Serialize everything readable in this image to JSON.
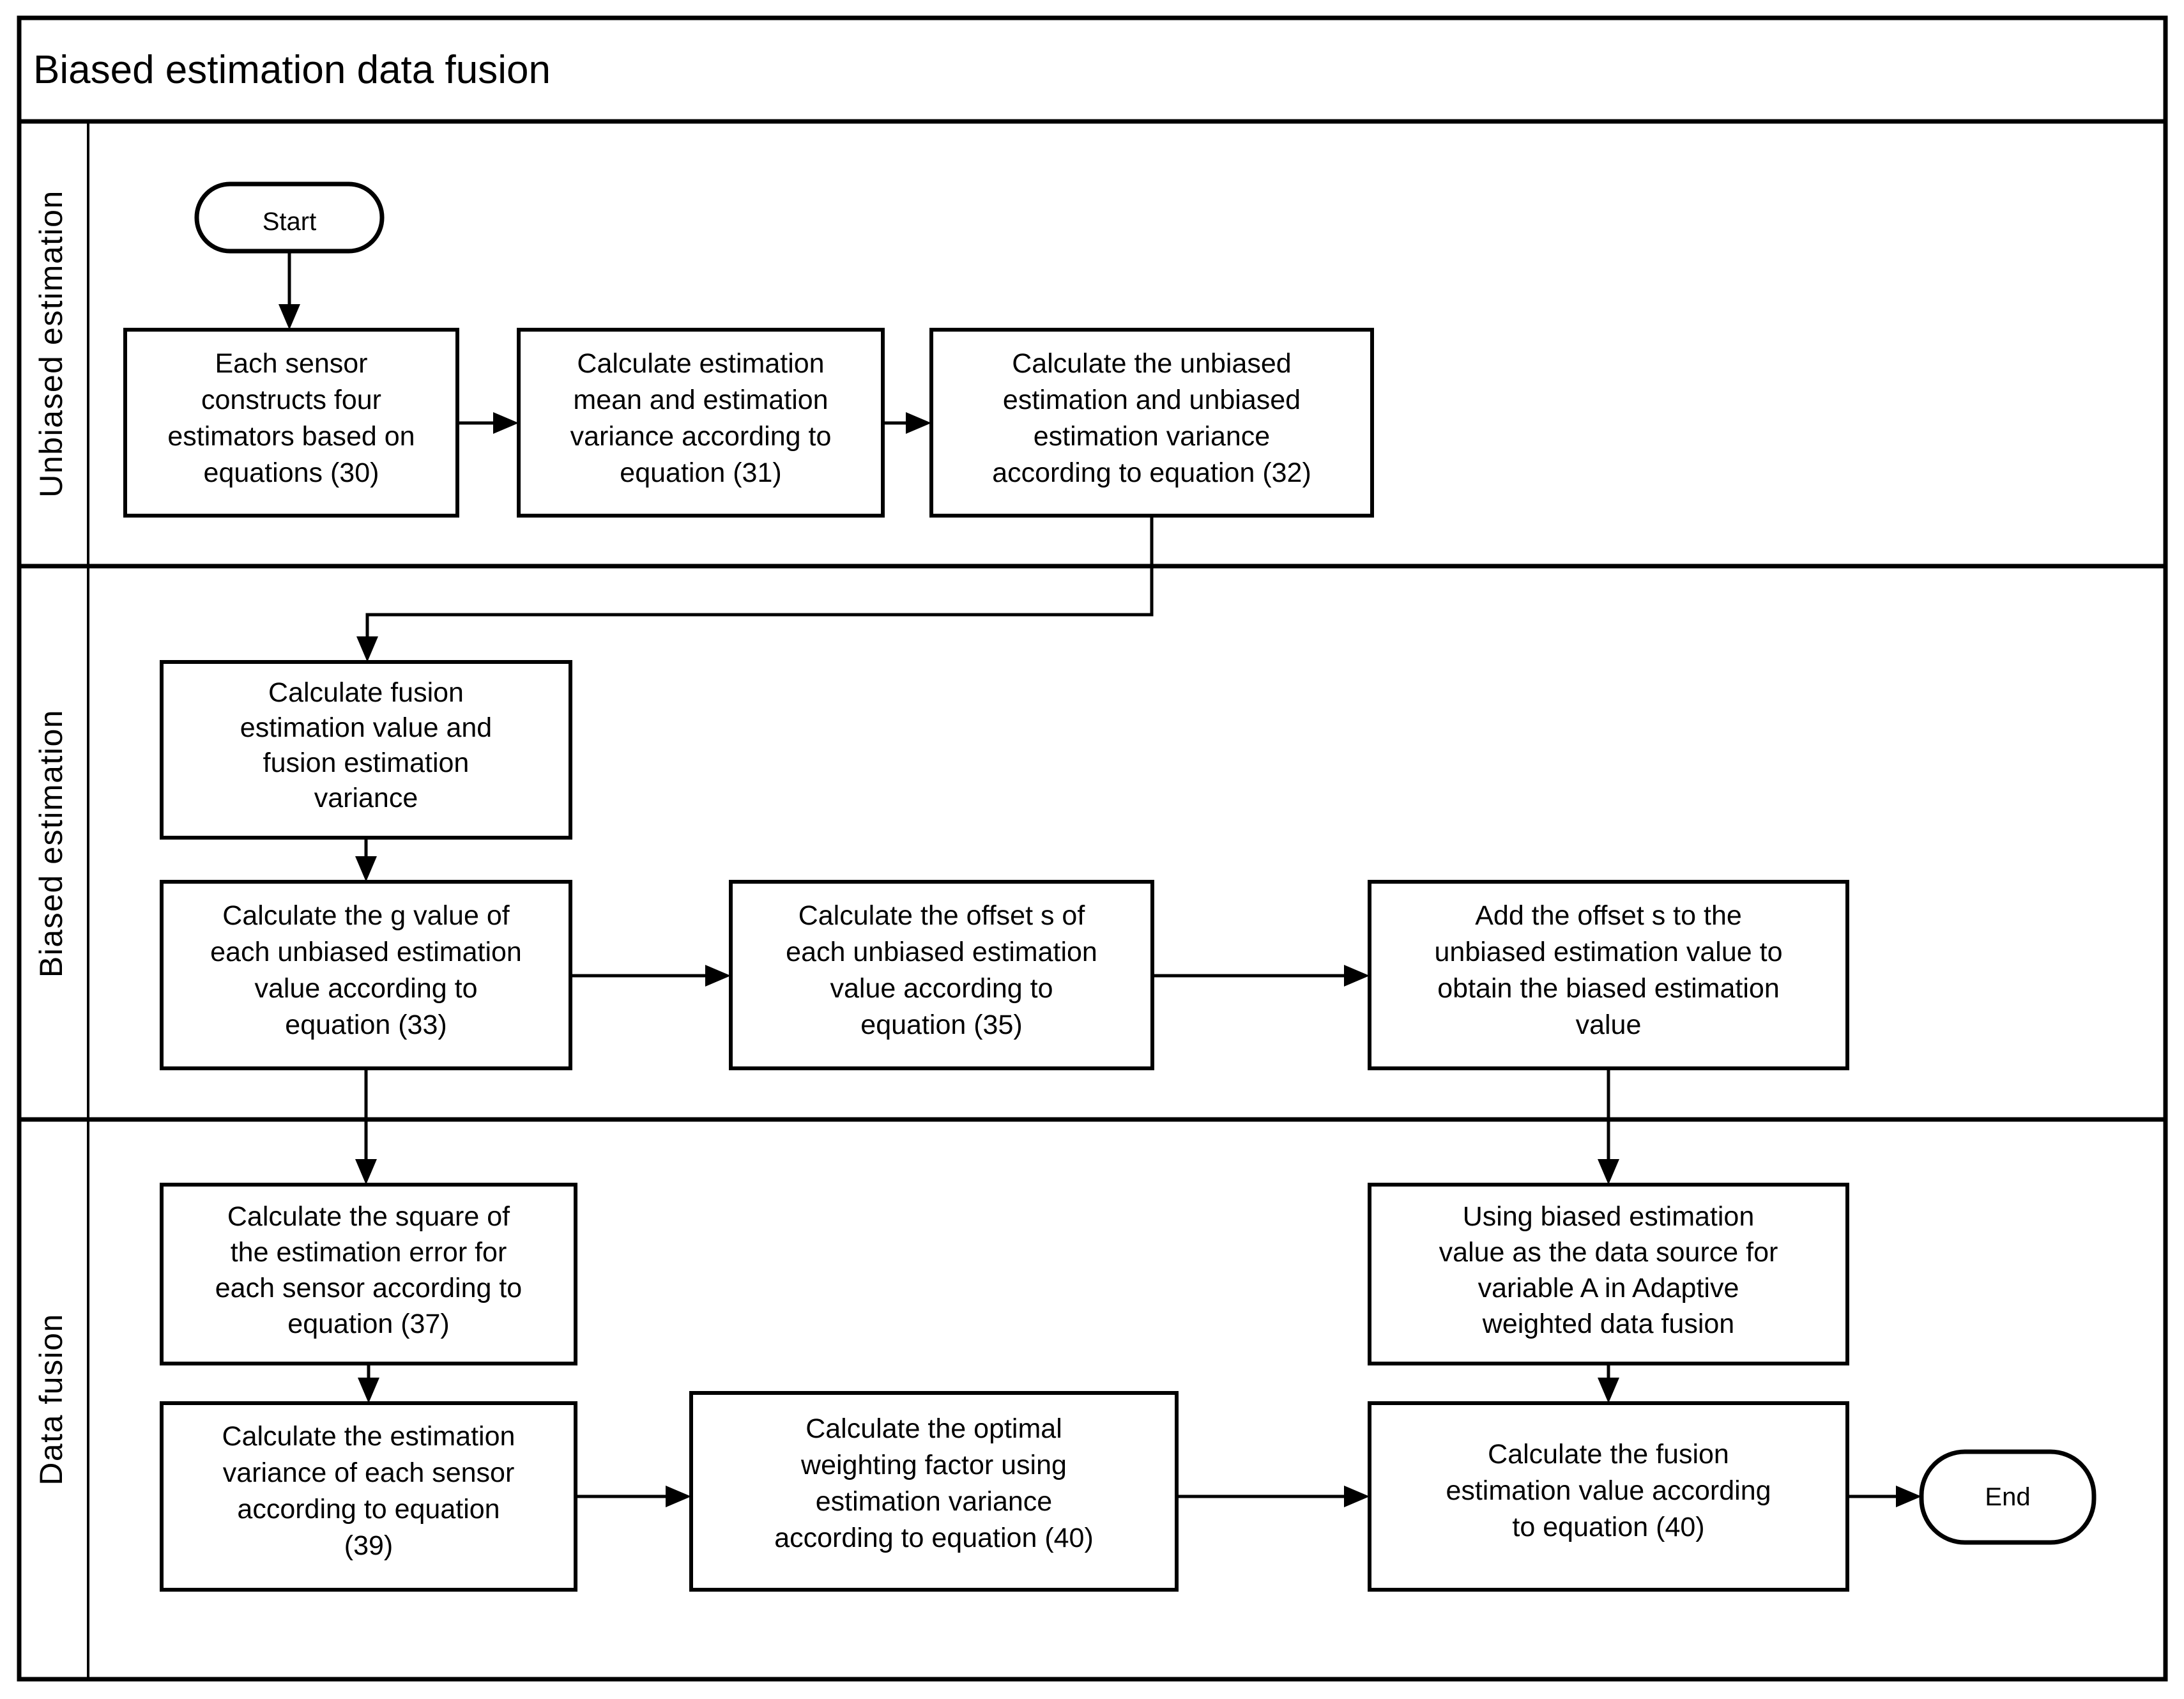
{
  "diagram": {
    "title": "Biased estimation data fusion",
    "type": "swimlane-flowchart",
    "lanes": [
      {
        "id": "lane-unbiased",
        "label": "Unbiased estimation"
      },
      {
        "id": "lane-biased",
        "label": "Biased estimation"
      },
      {
        "id": "lane-fusion",
        "label": "Data fusion"
      }
    ],
    "terminators": {
      "start": "Start",
      "end": "End"
    },
    "nodes": [
      {
        "id": "n30",
        "lane": "lane-unbiased",
        "shape": "process",
        "lines": [
          "Each sensor",
          "constructs four",
          "estimators based on",
          "equations (30)"
        ],
        "text": "Each sensor constructs four estimators based on equations (30)"
      },
      {
        "id": "n31",
        "lane": "lane-unbiased",
        "shape": "process",
        "lines": [
          "Calculate estimation",
          "mean  and estimation",
          "variance  according to",
          "equation (31)"
        ],
        "text": "Calculate estimation mean  and estimation variance  according to equation (31)"
      },
      {
        "id": "n32",
        "lane": "lane-unbiased",
        "shape": "process",
        "lines": [
          "Calculate the unbiased",
          "estimation and unbiased",
          "estimation variance",
          "according to equation (32)"
        ],
        "text": "Calculate the unbiased estimation and unbiased estimation variance according to equation (32)"
      },
      {
        "id": "nfusion",
        "lane": "lane-biased",
        "shape": "process",
        "lines": [
          "Calculate  fusion",
          "estimation value and",
          "fusion estimation",
          "variance"
        ],
        "text": "Calculate  fusion estimation value and fusion estimation variance"
      },
      {
        "id": "n33",
        "lane": "lane-biased",
        "shape": "process",
        "lines": [
          "Calculate the g value of",
          "each unbiased estimation",
          "value according to",
          "equation (33)"
        ],
        "text": "Calculate the g value of each unbiased estimation value according to equation (33)"
      },
      {
        "id": "n35",
        "lane": "lane-biased",
        "shape": "process",
        "lines": [
          "Calculate the offset s of",
          "each unbiased estimation",
          "value according to",
          "equation (35)"
        ],
        "text": "Calculate the offset s of each unbiased estimation value according to equation (35)"
      },
      {
        "id": "nadd",
        "lane": "lane-biased",
        "shape": "process",
        "lines": [
          "Add the offset s to the",
          "unbiased estimation value to",
          "obtain the biased estimation",
          "value"
        ],
        "text": "Add the offset s to the unbiased estimation value to obtain the biased estimation value"
      },
      {
        "id": "n37",
        "lane": "lane-fusion",
        "shape": "process",
        "lines": [
          "Calculate the square of",
          "the estimation error for",
          "each sensor according to",
          "equation (37)"
        ],
        "text": "Calculate the square of the estimation error for each sensor according to equation (37)"
      },
      {
        "id": "n39",
        "lane": "lane-fusion",
        "shape": "process",
        "lines": [
          "Calculate the estimation",
          "variance of each sensor",
          "according to equation",
          "(39)"
        ],
        "text": "Calculate the estimation variance of each sensor according to equation (39)"
      },
      {
        "id": "n40w",
        "lane": "lane-fusion",
        "shape": "process",
        "lines": [
          "Calculate the optimal",
          "weighting factor using",
          "estimation variance",
          "according to equation (40)"
        ],
        "text": "Calculate the optimal weighting factor using estimation variance according to equation (40)"
      },
      {
        "id": "nsource",
        "lane": "lane-fusion",
        "shape": "process",
        "lines": [
          "Using biased estimation",
          "value as the data source for",
          "variable A in Adaptive",
          "weighted data fusion"
        ],
        "text": "Using biased estimation value as the data source for variable A in Adaptive weighted data fusion"
      },
      {
        "id": "n40f",
        "lane": "lane-fusion",
        "shape": "process",
        "lines": [
          "Calculate the fusion",
          "estimation value according",
          "to equation (40)"
        ],
        "text": "Calculate the fusion estimation value according to equation (40)"
      }
    ],
    "edges": [
      {
        "from": "start",
        "to": "n30"
      },
      {
        "from": "n30",
        "to": "n31"
      },
      {
        "from": "n31",
        "to": "n32"
      },
      {
        "from": "n32",
        "to": "nfusion"
      },
      {
        "from": "nfusion",
        "to": "n33"
      },
      {
        "from": "n33",
        "to": "n35"
      },
      {
        "from": "n35",
        "to": "nadd"
      },
      {
        "from": "n33",
        "to": "n37"
      },
      {
        "from": "nadd",
        "to": "nsource"
      },
      {
        "from": "n37",
        "to": "n39"
      },
      {
        "from": "n39",
        "to": "n40w"
      },
      {
        "from": "n40w",
        "to": "n40f"
      },
      {
        "from": "nsource",
        "to": "n40f"
      },
      {
        "from": "n40f",
        "to": "end"
      }
    ],
    "colors": {
      "stroke": "#000000",
      "fill": "#ffffff",
      "text": "#000000"
    }
  }
}
